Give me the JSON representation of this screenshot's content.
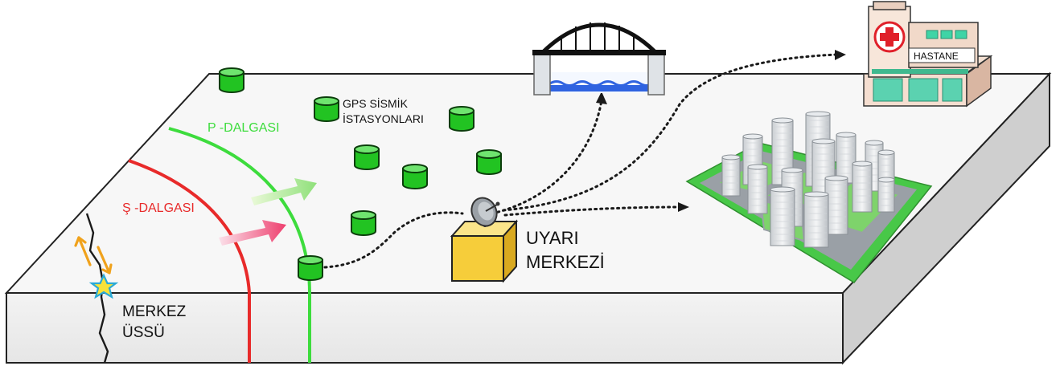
{
  "labels": {
    "p_wave": "P -DALGASI",
    "s_wave": "Ş -DALGASI",
    "stations_line1": "GPS SİSMİK",
    "stations_line2": "İSTASYONLARI",
    "warning_line1": "UYARI",
    "warning_line2": "MERKEZİ",
    "epicenter_line1": "MERKEZ",
    "epicenter_line2": "ÜSSÜ",
    "hospital": "HASTANE"
  },
  "icons": {
    "station": "gps-seismic-station-icon",
    "dish": "satellite-dish-icon",
    "bridge": "bridge-icon",
    "hospital": "hospital-icon",
    "city": "city-buildings-icon",
    "epicenter": "star-icon"
  },
  "colors": {
    "p_wave": "#3ddc3d",
    "s_wave": "#e82a2a",
    "station": "#22c322",
    "warning_box": "#f6cd3a",
    "epicenter": "#f7e23a",
    "water": "#2f63e0",
    "hospital_cross": "#e0202a"
  }
}
